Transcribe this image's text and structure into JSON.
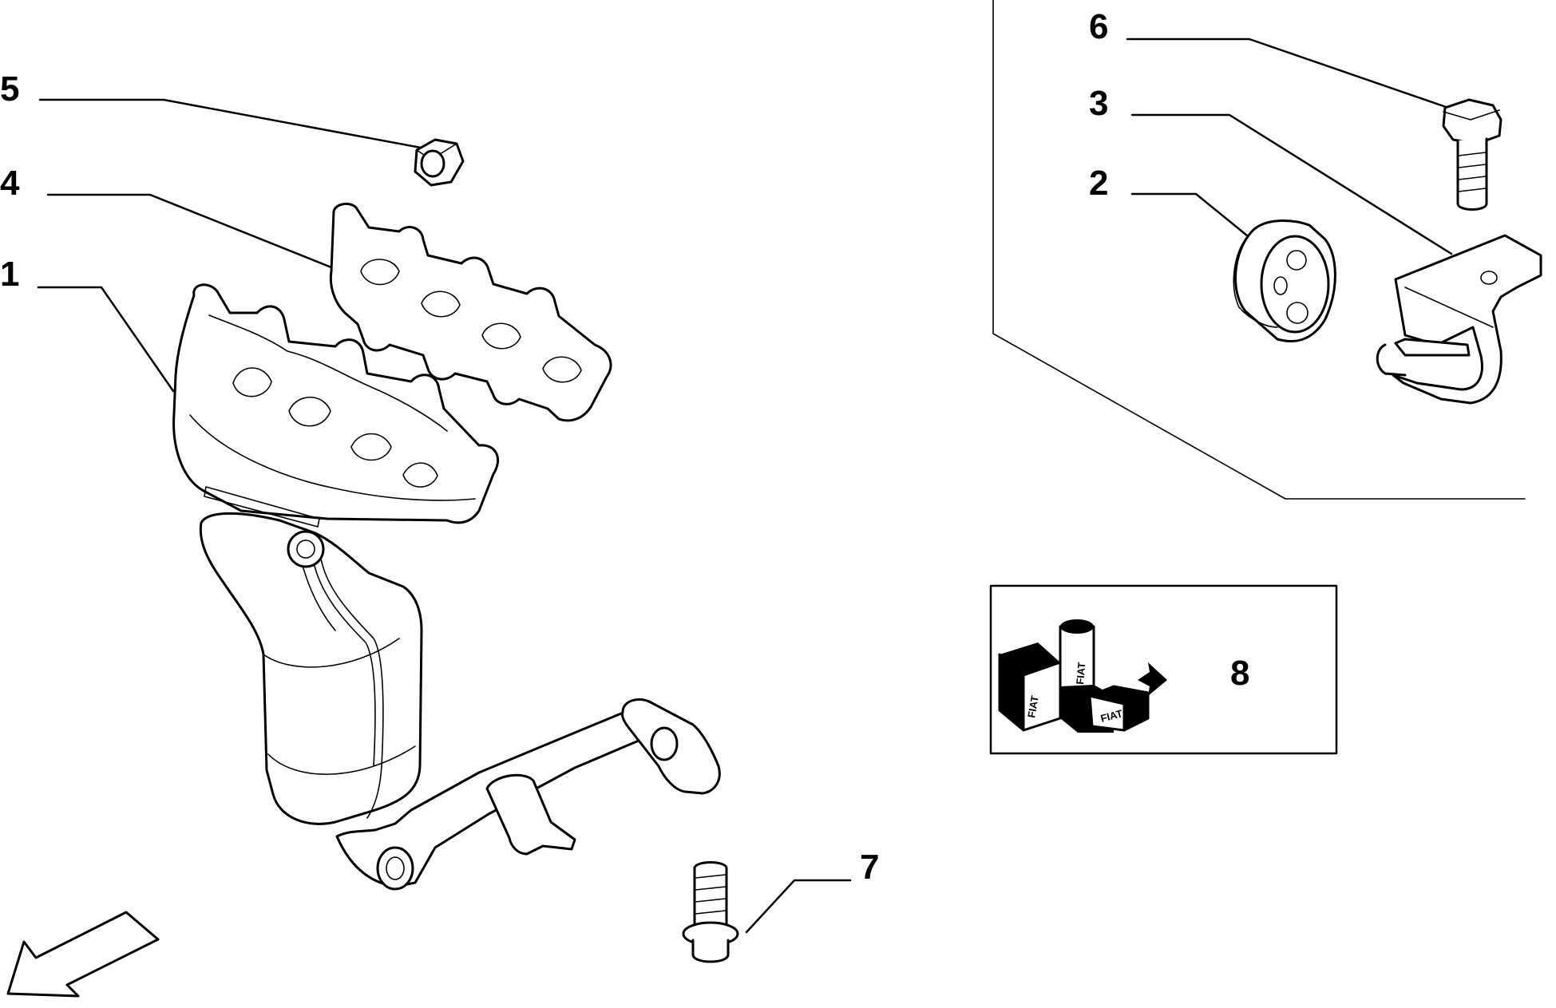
{
  "callouts": {
    "c1": "1",
    "c2": "2",
    "c3": "3",
    "c4": "4",
    "c5": "5",
    "c6": "6",
    "c7": "7",
    "c8": "8"
  },
  "kit_box": {
    "brand_text": "FIAT"
  }
}
